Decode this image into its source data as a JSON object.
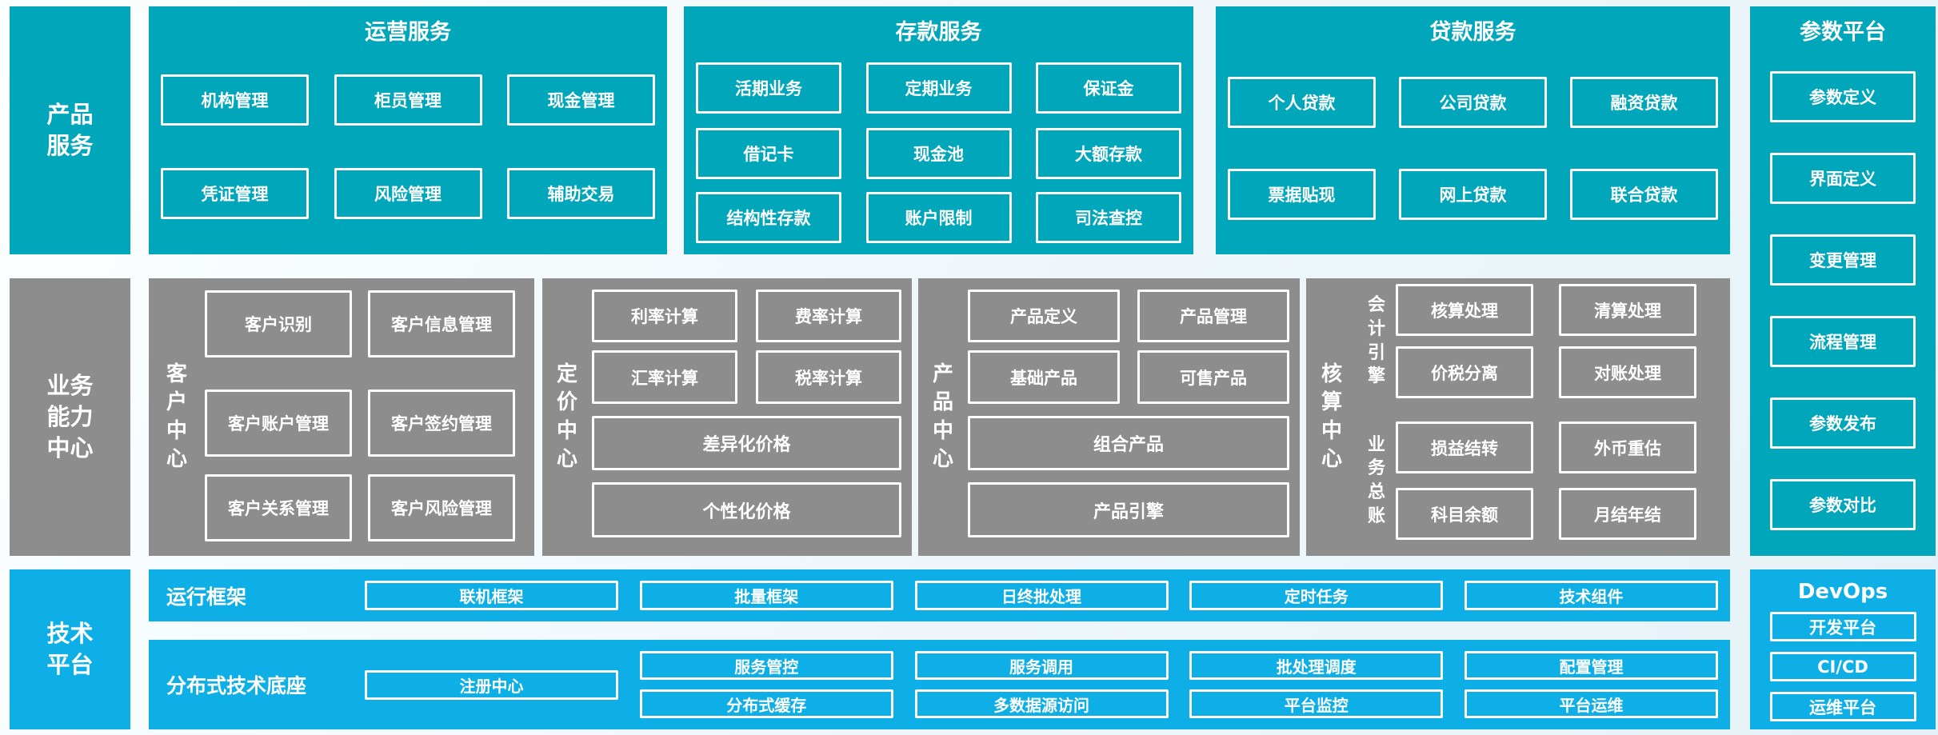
{
  "palette": {
    "teal": "#00a6ba",
    "gray": "#8d8d8d",
    "cyan": "#0dafe6",
    "box_border": "#ffffff",
    "text": "#ffffff"
  },
  "side_labels": {
    "product_services": "产品服务",
    "business_capability": "业务能力中心",
    "tech_platform": "技术平台"
  },
  "sections": {
    "operations": {
      "title": "运营服务",
      "rows": [
        [
          "机构管理",
          "柜员管理",
          "现金管理"
        ],
        [
          "凭证管理",
          "风险管理",
          "辅助交易"
        ]
      ]
    },
    "deposit": {
      "title": "存款服务",
      "rows": [
        [
          "活期业务",
          "定期业务",
          "保证金"
        ],
        [
          "借记卡",
          "现金池",
          "大额存款"
        ],
        [
          "结构性存款",
          "账户限制",
          "司法查控"
        ]
      ]
    },
    "loan": {
      "title": "贷款服务",
      "rows": [
        [
          "个人贷款",
          "公司贷款",
          "融资贷款"
        ],
        [
          "票据贴现",
          "网上贷款",
          "联合贷款"
        ]
      ]
    },
    "parameter": {
      "title": "参数平台",
      "items": [
        "参数定义",
        "界面定义",
        "变更管理",
        "流程管理",
        "参数发布",
        "参数对比"
      ]
    },
    "customer": {
      "label": "客户中心",
      "rows": [
        [
          "客户识别",
          "客户信息管理"
        ],
        [
          "客户账户管理",
          "客户签约管理"
        ],
        [
          "客户关系管理",
          "客户风险管理"
        ]
      ]
    },
    "pricing": {
      "label": "定价中心",
      "pairs": [
        [
          "利率计算",
          "费率计算"
        ],
        [
          "汇率计算",
          "税率计算"
        ]
      ],
      "full": [
        "差异化价格",
        "个性化价格"
      ]
    },
    "product": {
      "label": "产品中心",
      "pairs": [
        [
          "产品定义",
          "产品管理"
        ],
        [
          "基础产品",
          "可售产品"
        ]
      ],
      "full": [
        "组合产品",
        "产品引擎"
      ]
    },
    "accounting": {
      "label": "核算中心",
      "groups": [
        {
          "label": "会计引擎",
          "rows": [
            [
              "核算处理",
              "清算处理"
            ],
            [
              "价税分离",
              "对账处理"
            ]
          ]
        },
        {
          "label": "业务总账",
          "rows": [
            [
              "损益结转",
              "外币重估"
            ],
            [
              "科目余额",
              "月结年结"
            ]
          ]
        }
      ]
    },
    "runtime": {
      "label": "运行框架",
      "items": [
        "联机框架",
        "批量框架",
        "日终批处理",
        "定时任务",
        "技术组件"
      ]
    },
    "distributed": {
      "label": "分布式技术底座",
      "tall_item": "注册中心",
      "columns": [
        [
          "服务管控",
          "分布式缓存"
        ],
        [
          "服务调用",
          "多数据源访问"
        ],
        [
          "批处理调度",
          "平台监控"
        ],
        [
          "配置管理",
          "平台运维"
        ]
      ]
    },
    "devops": {
      "title": "DevOps",
      "items": [
        "开发平台",
        "CI/CD",
        "运维平台"
      ]
    }
  }
}
